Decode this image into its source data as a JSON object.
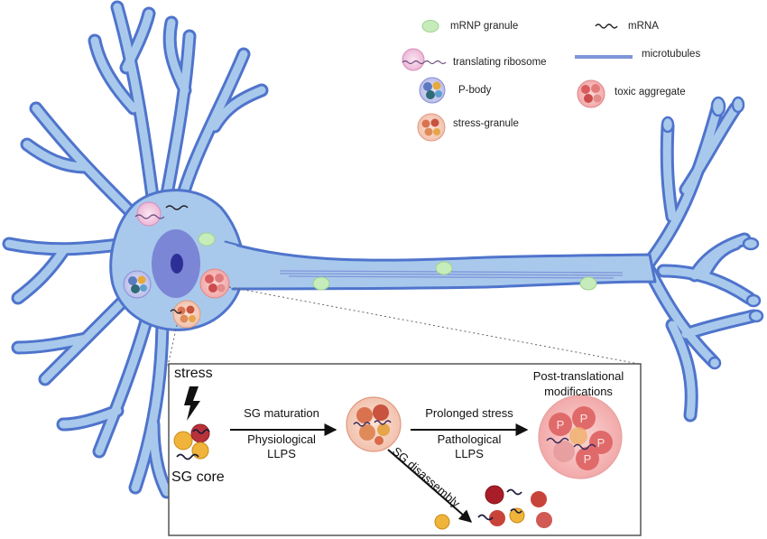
{
  "legend": {
    "mrnp_granule": "mRNP granule",
    "mrna": "mRNA",
    "translating_ribosome": "translating ribosome",
    "microtubules": "microtubules",
    "p_body": "P-body",
    "toxic_aggregate": "toxic aggregate",
    "stress_granule": "stress-granule"
  },
  "inset": {
    "stress": "stress",
    "sg_core": "SG core",
    "sg_maturation": "SG maturation",
    "physiological_llps_line1": "Physiological",
    "physiological_llps_line2": "LLPS",
    "prolonged_stress": "Prolonged stress",
    "pathological_llps_line1": "Pathological",
    "pathological_llps_line2": "LLPS",
    "ptm_line1": "Post-translational",
    "ptm_line2": "modifications",
    "sg_disassembly": "SG disassembly",
    "phospho_label": "P"
  },
  "colors": {
    "neuron_fill": "#a9c9ec",
    "neuron_outline": "#4f74cc",
    "nucleus": "#7b86d6",
    "nucleolus": "#2d2f96",
    "mrnp": "#bfe5b5",
    "stress_granule": "#f3c8b8",
    "toxic": "#f0a8a8",
    "microtubule": "#7f95d8",
    "arrow": "#111111"
  }
}
